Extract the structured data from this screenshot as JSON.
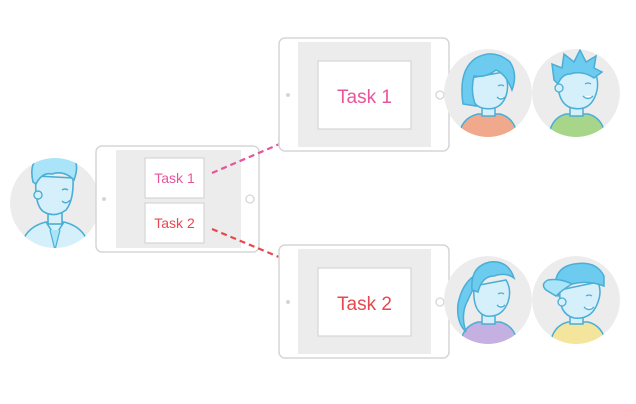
{
  "teacher_tablet": {
    "task_a": "Task 1",
    "task_b": "Task 2"
  },
  "group_tablet_top": {
    "task": "Task 1"
  },
  "group_tablet_bottom": {
    "task": "Task 2"
  },
  "colors": {
    "task_one": "#e7559c",
    "task_two": "#e8474f",
    "tablet_border": "#d6d6d6",
    "tablet_screen": "#ececec",
    "avatar_circle": "#ececec",
    "line_art": "#4aaed6",
    "face": "#d5f0fb",
    "hair_blue": "#6ccbef",
    "hair_light": "#a9e4f8",
    "shirt_salmon": "#f0a98c",
    "shirt_green": "#a7d68a",
    "shirt_purple": "#c5b1e1",
    "shirt_yellow": "#f4e59c"
  },
  "icons": {
    "teacher": "teacher-avatar-icon",
    "student_1": "student-girl-bob-icon",
    "student_2": "student-boy-spiky-icon",
    "student_3": "student-girl-ponytail-icon",
    "student_4": "student-boy-cap-icon"
  }
}
